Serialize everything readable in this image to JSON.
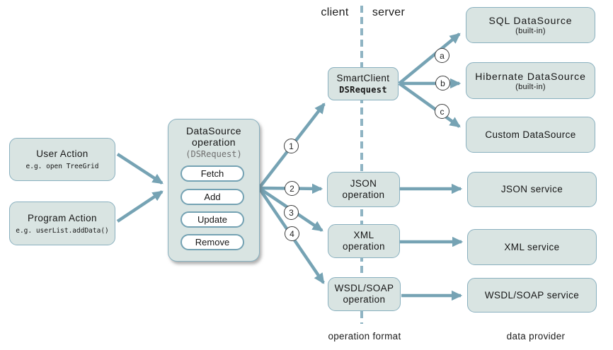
{
  "regions": {
    "client_label": "client",
    "server_label": "server",
    "operation_format_label": "operation format",
    "data_provider_label": "data provider"
  },
  "action_boxes": [
    {
      "title": "User Action",
      "example": "e.g. open TreeGrid"
    },
    {
      "title": "Program Action",
      "example": "e.g. userList.addData()"
    }
  ],
  "datasource_operation_box": {
    "title_lines": [
      "DataSource",
      "operation"
    ],
    "request_class": "(DSRequest)",
    "operations": [
      "Fetch",
      "Add",
      "Update",
      "Remove"
    ]
  },
  "smartclient_box": {
    "product": "SmartClient",
    "request_class": "DSRequest"
  },
  "operation_format_boxes": [
    {
      "format": "JSON",
      "kind": "operation"
    },
    {
      "format": "XML",
      "kind": "operation"
    },
    {
      "format": "WSDL/SOAP",
      "kind": "operation"
    }
  ],
  "data_provider_boxes": [
    {
      "title": "SQL DataSource",
      "note": "(built-in)"
    },
    {
      "title": "Hibernate DataSource",
      "note": "(built-in)"
    },
    {
      "title": "Custom DataSource"
    },
    {
      "title": "JSON service"
    },
    {
      "title": "XML service"
    },
    {
      "title": "WSDL/SOAP service"
    }
  ],
  "connector_badges": {
    "smartclient_path": "1",
    "json_path": "2",
    "xml_path": "3",
    "wsdl_path": "4",
    "sql_route": "a",
    "hibernate_route": "b",
    "custom_route": "c"
  },
  "colors": {
    "box_fill": "#d9e4e2",
    "box_border": "#89b0bf",
    "pill_border": "#74a2b3",
    "arrow": "#76a3b4",
    "dashed_line": "#8fb4c3",
    "badge_border": "#3c3c3c",
    "subtle_text": "#6e6e6e"
  }
}
